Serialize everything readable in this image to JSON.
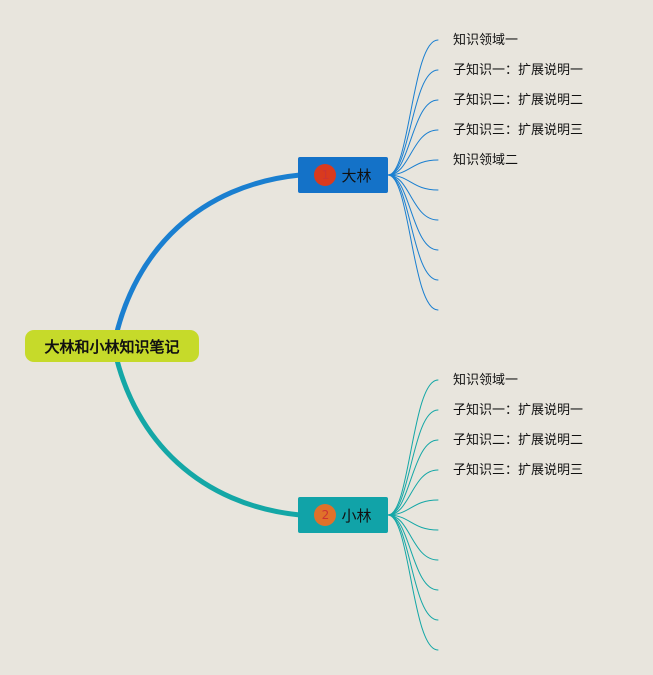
{
  "root": {
    "label": "大林和小林知识笔记",
    "color": "#c6da2a"
  },
  "branches": [
    {
      "label": "大林",
      "badge": "1",
      "node_color": "#1472c8",
      "badge_color": "#d93a1e",
      "line_color": "#1a7fd0",
      "leaves": [
        "知识领域一",
        "子知识一：扩展说明一",
        "子知识二：扩展说明二",
        "子知识三：扩展说明三",
        "知识领域二",
        "",
        "",
        "",
        "",
        ""
      ]
    },
    {
      "label": "小林",
      "badge": "2",
      "node_color": "#11a3a8",
      "badge_color": "#e0712a",
      "line_color": "#14a7a6",
      "leaves": [
        "知识领域一",
        "子知识一：扩展说明一",
        "子知识二：扩展说明二",
        "子知识三：扩展说明三",
        "",
        "",
        "",
        "",
        "",
        ""
      ]
    }
  ]
}
